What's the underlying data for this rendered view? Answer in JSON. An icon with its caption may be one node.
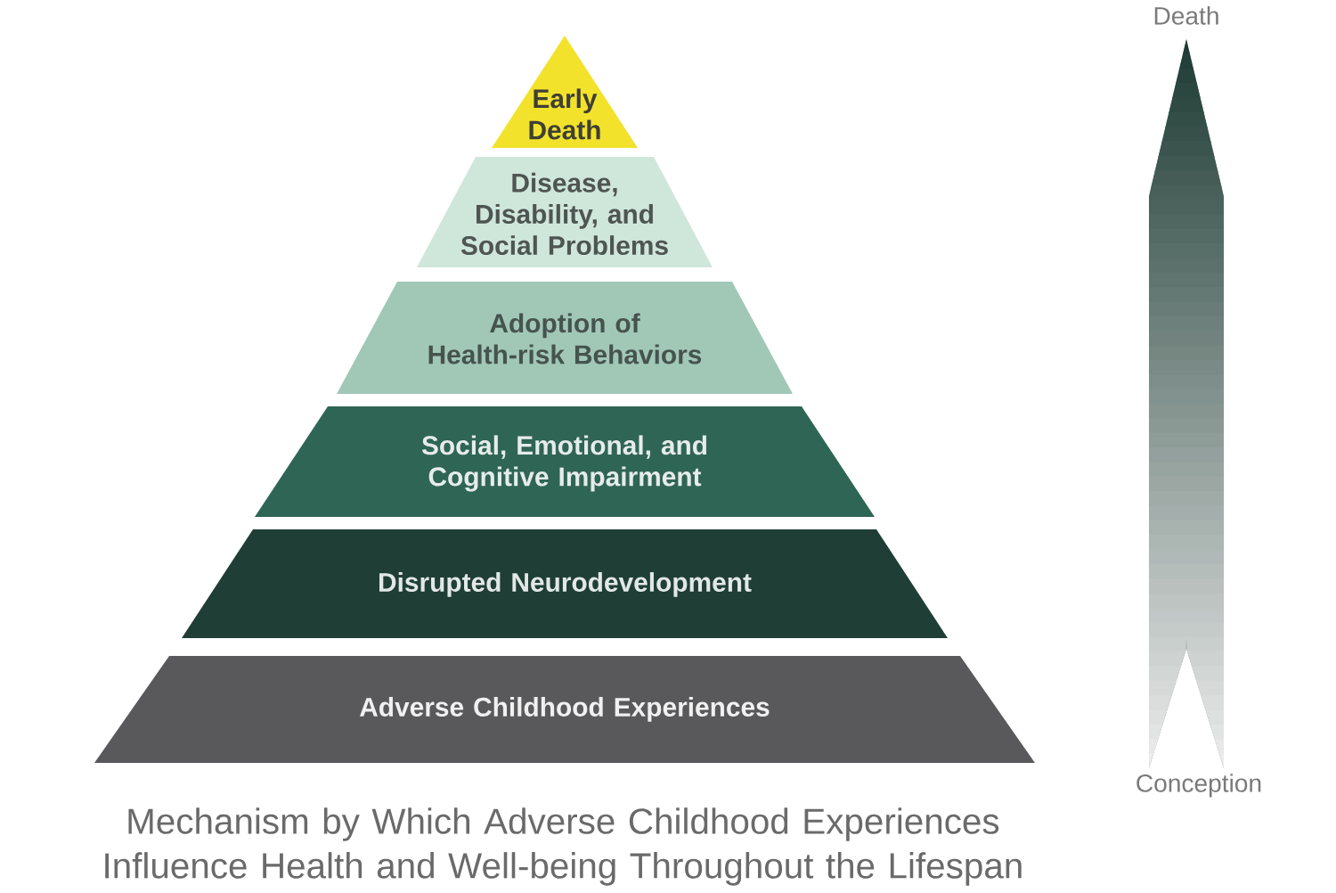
{
  "diagram": {
    "caption": "Mechanism by Which Adverse Childhood Experiences Influence Health and Well-being Throughout the Lifespan",
    "nodes": [
      {
        "text": [
          "Early Death"
        ]
      },
      {
        "text": [
          "Disease, Disability, and Social Problems"
        ]
      },
      {
        "text": [
          "Adoption of Health-risk Behaviors"
        ]
      },
      {
        "text": [
          "Social, Emotional, and Cognitive Impairment"
        ]
      },
      {
        "text": [
          "Disrupted Neurodevelopment"
        ]
      },
      {
        "text": [
          "Adverse Childhood Experiences"
        ]
      },
      {
        "text": [
          "Death"
        ]
      },
      {
        "text": [
          "Conception"
        ]
      }
    ],
    "edges": [
      {
        "from": 7,
        "to": 6,
        "arrow": "to"
      }
    ]
  }
}
